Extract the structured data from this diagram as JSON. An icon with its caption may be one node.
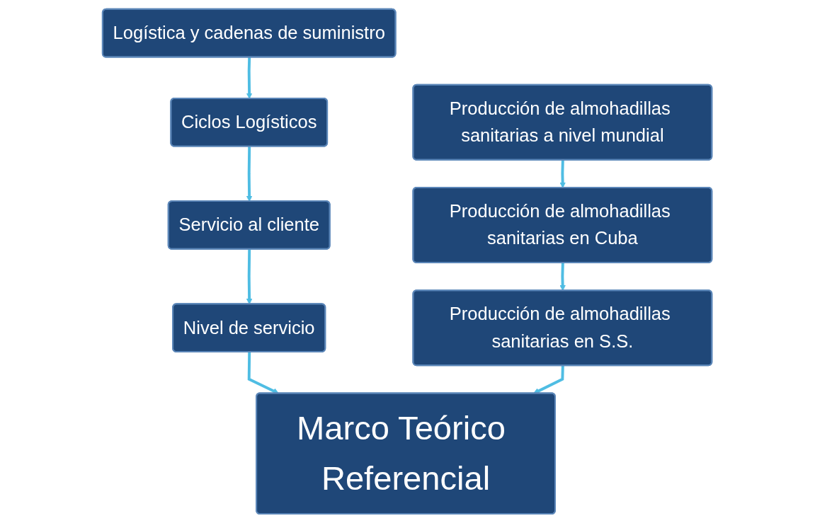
{
  "diagram": {
    "nodes": [
      {
        "text": [
          "Logística y cadenas de suministro"
        ]
      },
      {
        "text": [
          "Ciclos Logísticos"
        ]
      },
      {
        "text": [
          "Servicio al cliente"
        ]
      },
      {
        "text": [
          "Nivel de servicio"
        ]
      },
      {
        "text": [
          "Producción de almohadillas sanitarias a nivel mundial"
        ]
      },
      {
        "text": [
          "Producción de almohadillas sanitarias en Cuba"
        ]
      },
      {
        "text": [
          "Producción de almohadillas sanitarias en S.S."
        ]
      },
      {
        "text": [
          "Marco Teórico Referencial"
        ]
      }
    ],
    "edges": [
      {
        "from": 0,
        "to": 1,
        "arrow": "to"
      },
      {
        "from": 1,
        "to": 2,
        "arrow": "to"
      },
      {
        "from": 2,
        "to": 3,
        "arrow": "to"
      },
      {
        "from": 3,
        "to": 7,
        "arrow": "to"
      },
      {
        "from": 4,
        "to": 5,
        "arrow": "to"
      },
      {
        "from": 5,
        "to": 6,
        "arrow": "to"
      },
      {
        "from": 6,
        "to": 7,
        "arrow": "to"
      }
    ]
  }
}
